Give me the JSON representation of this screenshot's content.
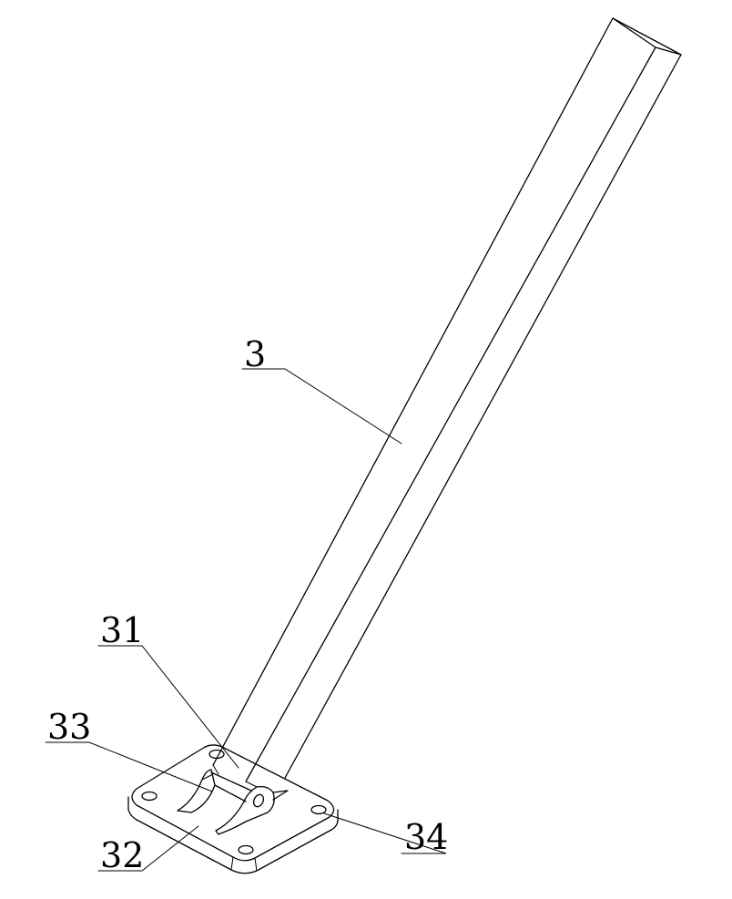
{
  "labels": {
    "pole": "3",
    "hinge_bracket": "31",
    "base_plate": "32",
    "pin": "33",
    "mount_hole": "34"
  }
}
